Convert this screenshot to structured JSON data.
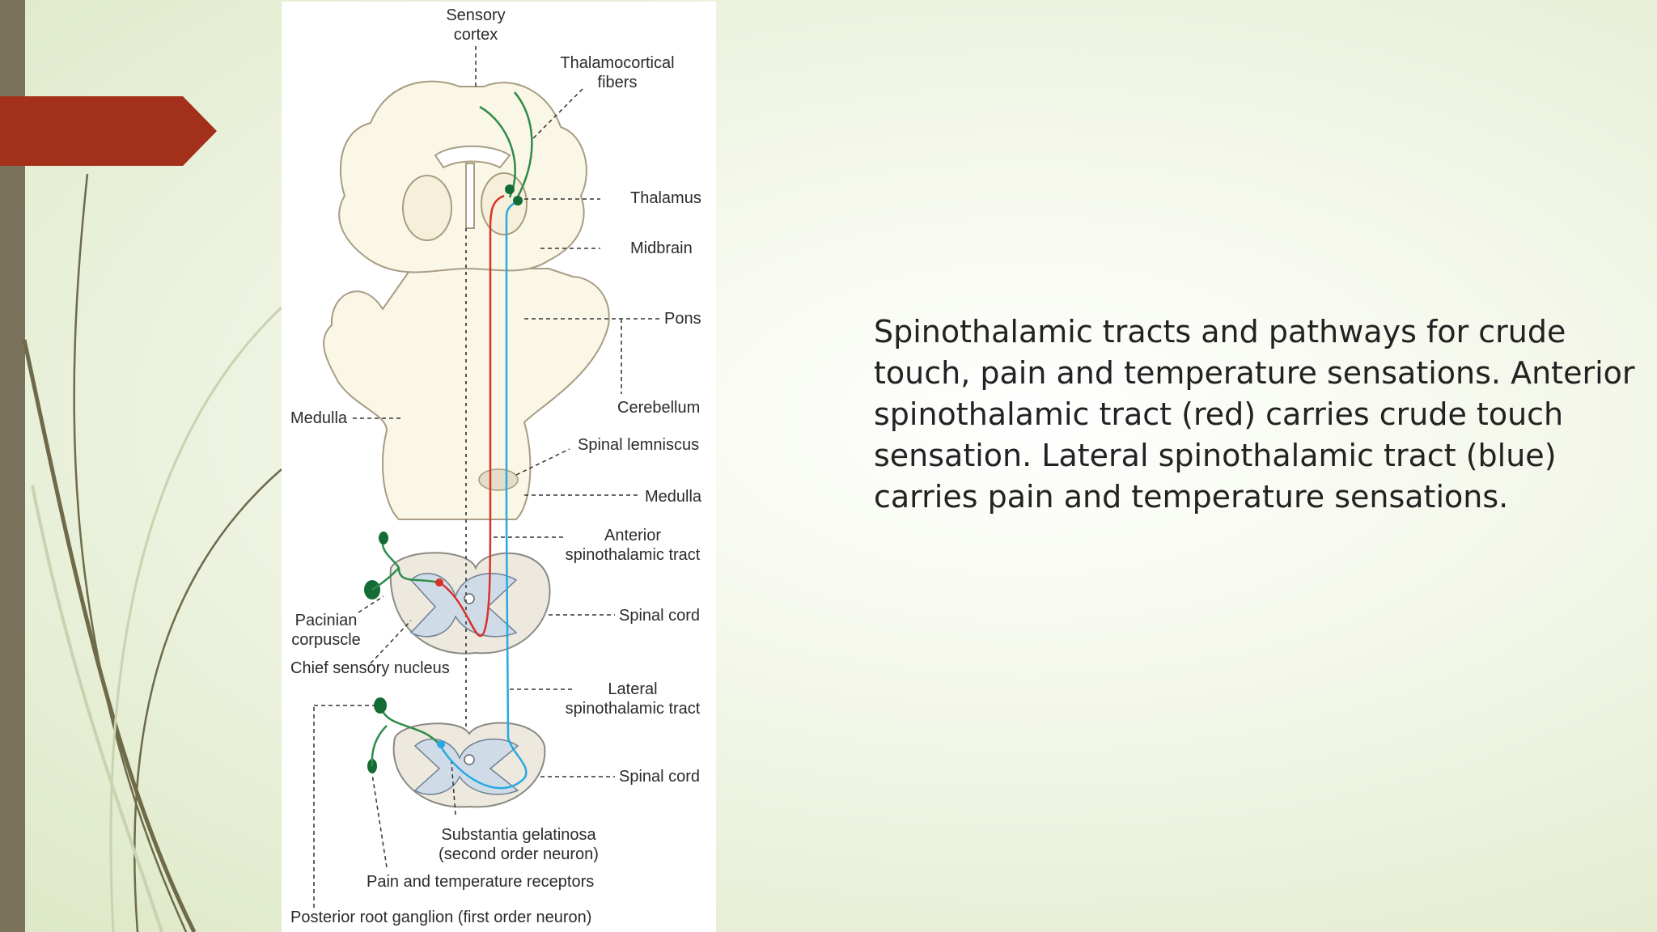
{
  "slide": {
    "caption": "Spinothalamic tracts and pathways for crude touch, pain and temperature sensations. Anterior spinothalamic tract (red) carries crude touch sensation. Lateral spinothalamic tract (blue) carries pain and temperature sensations."
  },
  "diagram": {
    "labels": {
      "sensory_cortex_1": "Sensory",
      "sensory_cortex_2": "cortex",
      "thalamocortical_1": "Thalamocortical",
      "thalamocortical_2": "fibers",
      "thalamus": "Thalamus",
      "midbrain": "Midbrain",
      "pons": "Pons",
      "cerebellum": "Cerebellum",
      "medulla_left": "Medulla",
      "spinal_lemniscus": "Spinal lemniscus",
      "medulla_right": "Medulla",
      "anterior_tract_1": "Anterior",
      "anterior_tract_2": "spinothalamic tract",
      "spinal_cord_upper": "Spinal cord",
      "pacinian_1": "Pacinian",
      "pacinian_2": "corpuscle",
      "chief_sensory": "Chief sensory nucleus",
      "lateral_tract_1": "Lateral",
      "lateral_tract_2": "spinothalamic tract",
      "spinal_cord_lower": "Spinal cord",
      "substantia_1": "Substantia gelatinosa",
      "substantia_2": "(second order neuron)",
      "pain_receptors": "Pain and temperature receptors",
      "posterior_root": "Posterior root ganglion (first order neuron)"
    }
  },
  "colors": {
    "accent_red": "#a3301a",
    "sidebar": "#7a725a",
    "anterior_tract": "#d8322a",
    "lateral_tract": "#27a9e1",
    "thalamocortical": "#2e8b4a",
    "neuron": "#136b35"
  }
}
